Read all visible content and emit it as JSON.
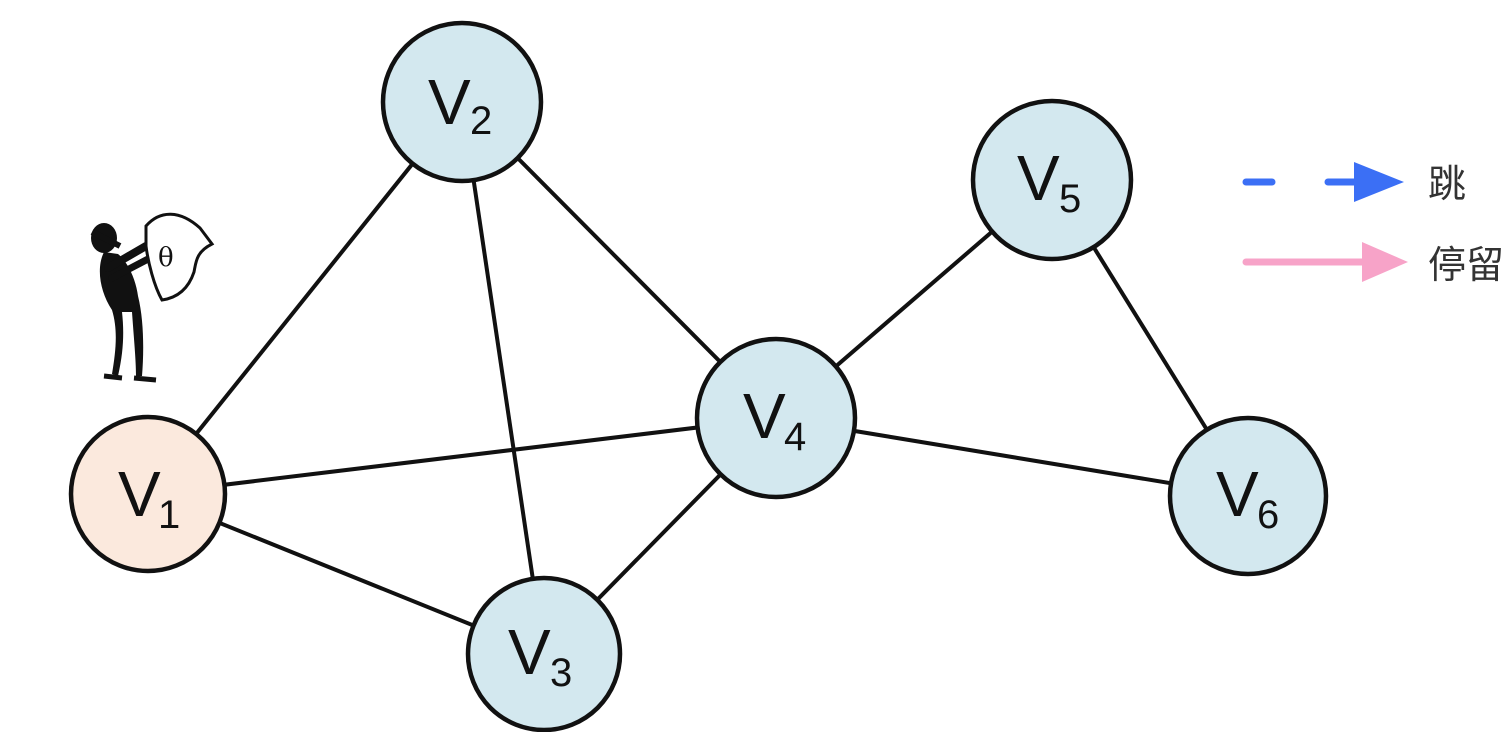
{
  "graph": {
    "nodes": [
      {
        "id": "v1",
        "letter": "V",
        "sub": "1",
        "fill": "#fbe9dd",
        "state": "current"
      },
      {
        "id": "v2",
        "letter": "V",
        "sub": "2",
        "fill": "#d3e8ef"
      },
      {
        "id": "v3",
        "letter": "V",
        "sub": "3",
        "fill": "#d3e8ef"
      },
      {
        "id": "v4",
        "letter": "V",
        "sub": "4",
        "fill": "#d3e8ef"
      },
      {
        "id": "v5",
        "letter": "V",
        "sub": "5",
        "fill": "#d3e8ef"
      },
      {
        "id": "v6",
        "letter": "V",
        "sub": "6",
        "fill": "#d3e8ef"
      }
    ],
    "edges": [
      [
        "v1",
        "v2"
      ],
      [
        "v1",
        "v4"
      ],
      [
        "v1",
        "v3"
      ],
      [
        "v2",
        "v3"
      ],
      [
        "v2",
        "v4"
      ],
      [
        "v3",
        "v4"
      ],
      [
        "v4",
        "v5"
      ],
      [
        "v4",
        "v6"
      ],
      [
        "v5",
        "v6"
      ]
    ]
  },
  "walker": {
    "icon": "person-holding-map-icon",
    "map_symbol": "θ"
  },
  "legend": {
    "items": [
      {
        "label": "跳",
        "style": "dashed",
        "color": "#3b6ff5",
        "icon": "dashed-arrow-icon"
      },
      {
        "label": "停留",
        "style": "solid",
        "color": "#f7a3c8",
        "icon": "solid-arrow-icon"
      }
    ]
  }
}
